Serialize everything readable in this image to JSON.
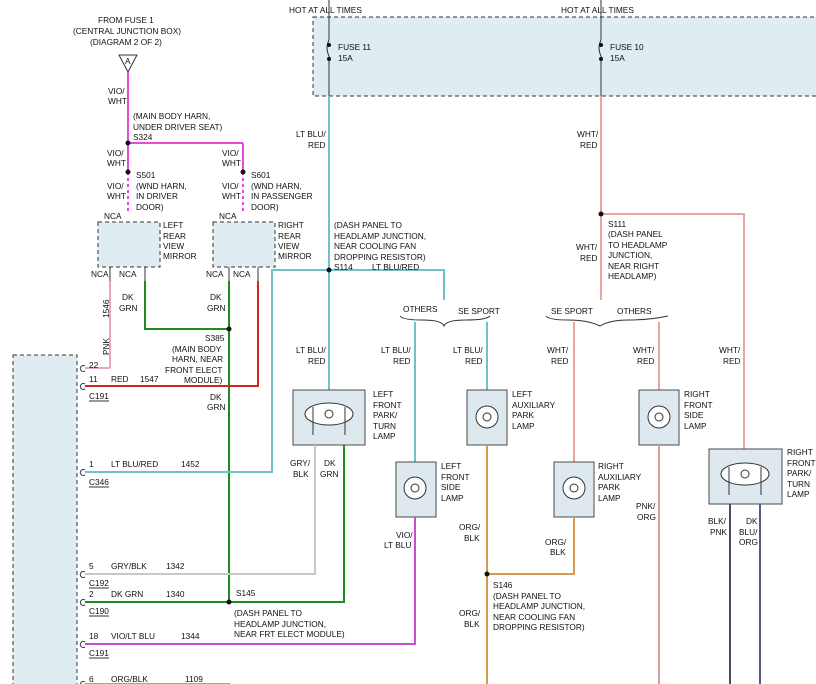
{
  "colors": {
    "violet_white": "#e84ad8",
    "lt_blu_red": "#6cc3cc",
    "dk_grn": "#1f8a1f",
    "red": "#d42525",
    "pnk": "#eaa6bc",
    "wht_red": "#f0a2a2",
    "gry_blk": "#c8c8c8",
    "vio_lt_blu": "#c84fd2",
    "org_blk": "#d49a4e",
    "pnk_org": "#d6a0a0",
    "blk_pnk": "#4a4a6a",
    "dk_blu_org": "#555a80",
    "junction_fill": "#dde9ee"
  },
  "top": {
    "hot1": "HOT AT ALL TIMES",
    "hot2": "HOT AT ALL TIMES",
    "fuse11": "FUSE 11",
    "fuse11_amp": "15A",
    "fuse10": "FUSE 10",
    "fuse10_amp": "15A"
  },
  "source": {
    "l1": "FROM FUSE 1",
    "l2": "(CENTRAL JUNCTION BOX)",
    "l3": "(DIAGRAM 2 OF 2)",
    "connector": "A"
  },
  "labels": {
    "vio": "VIO/",
    "wht": "WHT",
    "harn1": "(MAIN BODY HARN,",
    "harn2": "UNDER DRIVER SEAT)",
    "s324": "S324",
    "s501": "S501",
    "s501_1": "(WND HARN,",
    "s501_2": "IN DRIVER",
    "s501_3": "DOOR)",
    "s601": "S601",
    "s601_1": "(WND HARN,",
    "s601_2": "IN PASSENGER",
    "s601_3": "DOOR)",
    "nca": "NCA",
    "lrm1": "LEFT",
    "lrm2": "REAR",
    "lrm3": "VIEW",
    "lrm4": "MIRROR",
    "rrm1": "RIGHT",
    "rrm2": "REAR",
    "rrm3": "VIEW",
    "rrm4": "MIRROR",
    "dk": "DK",
    "grn": "GRN",
    "num1546": "1546",
    "pnk": "PNK",
    "s385": "S385",
    "s385_1": "(MAIN BODY",
    "s385_2": "HARN, NEAR",
    "s385_3": "FRONT ELECT",
    "s385_4": "MODULE)",
    "ltblu": "LT BLU/",
    "red": "RED",
    "s114_1": "(DASH PANEL TO",
    "s114_2": "HEADLAMP JUNCTION,",
    "s114_3": "NEAR COOLING FAN",
    "s114_4": "DROPPING RESISTOR)",
    "s114": "S114",
    "ltblured": "LT BLU/RED",
    "others": "OTHERS",
    "sesport": "SE SPORT",
    "s111": "S111",
    "s111_1": "(DASH PANEL",
    "s111_2": "TO HEADLAMP",
    "s111_3": "JUNCTION,",
    "s111_4": "NEAR RIGHT",
    "s111_5": "HEADLAMP)",
    "whtslash": "WHT/",
    "lfp1": "LEFT",
    "lfp2": "FRONT",
    "lfp3": "PARK/",
    "lfp4": "TURN",
    "lfp5": "LAMP",
    "lap1": "LEFT",
    "lap2": "AUXILIARY",
    "lap3": "PARK",
    "lap4": "LAMP",
    "rfs1": "RIGHT",
    "rfs2": "FRONT",
    "rfs3": "SIDE",
    "rfs4": "LAMP",
    "lfs1": "LEFT",
    "lfs2": "FRONT",
    "lfs3": "SIDE",
    "lfs4": "LAMP",
    "rap1": "RIGHT",
    "rap2": "AUXILIARY",
    "rap3": "PARK",
    "rap4": "LAMP",
    "rfp1": "RIGHT",
    "rfp2": "FRONT",
    "rfp3": "PARK/",
    "rfp4": "TURN",
    "rfp5": "LAMP",
    "gry": "GRY/",
    "blk": "BLK",
    "ltblu2": "LT BLU",
    "orgslash": "ORG/",
    "pnkorg1": "PNK/",
    "pnkorg2": "ORG",
    "blkpnk1": "BLK/",
    "blkpnk2": "PNK",
    "dkbluorg1": "DK",
    "dkbluorg2": "BLU/",
    "dkbluorg3": "ORG",
    "s146": "S146",
    "s146_1": "(DASH PANEL TO",
    "s146_2": "HEADLAMP JUNCTION,",
    "s146_3": "NEAR COOLING FAN",
    "s146_4": "DROPPING RESISTOR)",
    "s145": "S145",
    "s145_1": "(DASH PANEL TO",
    "s145_2": "HEADLAMP JUNCTION,",
    "s145_3": "NEAR FRT ELECT MODULE)"
  },
  "connectors": {
    "p22": "22",
    "p11": "11",
    "red": "RED",
    "c1547": "1547",
    "c191a": "C191",
    "p1": "1",
    "ltblured": "LT BLU/RED",
    "c1452": "1452",
    "c346": "C346",
    "p5": "5",
    "gryblk": "GRY/BLK",
    "c1342": "1342",
    "c192": "C192",
    "p2": "2",
    "dkgrn": "DK GRN",
    "c1340": "1340",
    "c190": "C190",
    "p18": "18",
    "violtblu": "VIO/LT BLU",
    "c1344": "1344",
    "c191b": "C191",
    "p6": "6",
    "orgblk": "ORG/BLK",
    "c1109": "1109"
  }
}
